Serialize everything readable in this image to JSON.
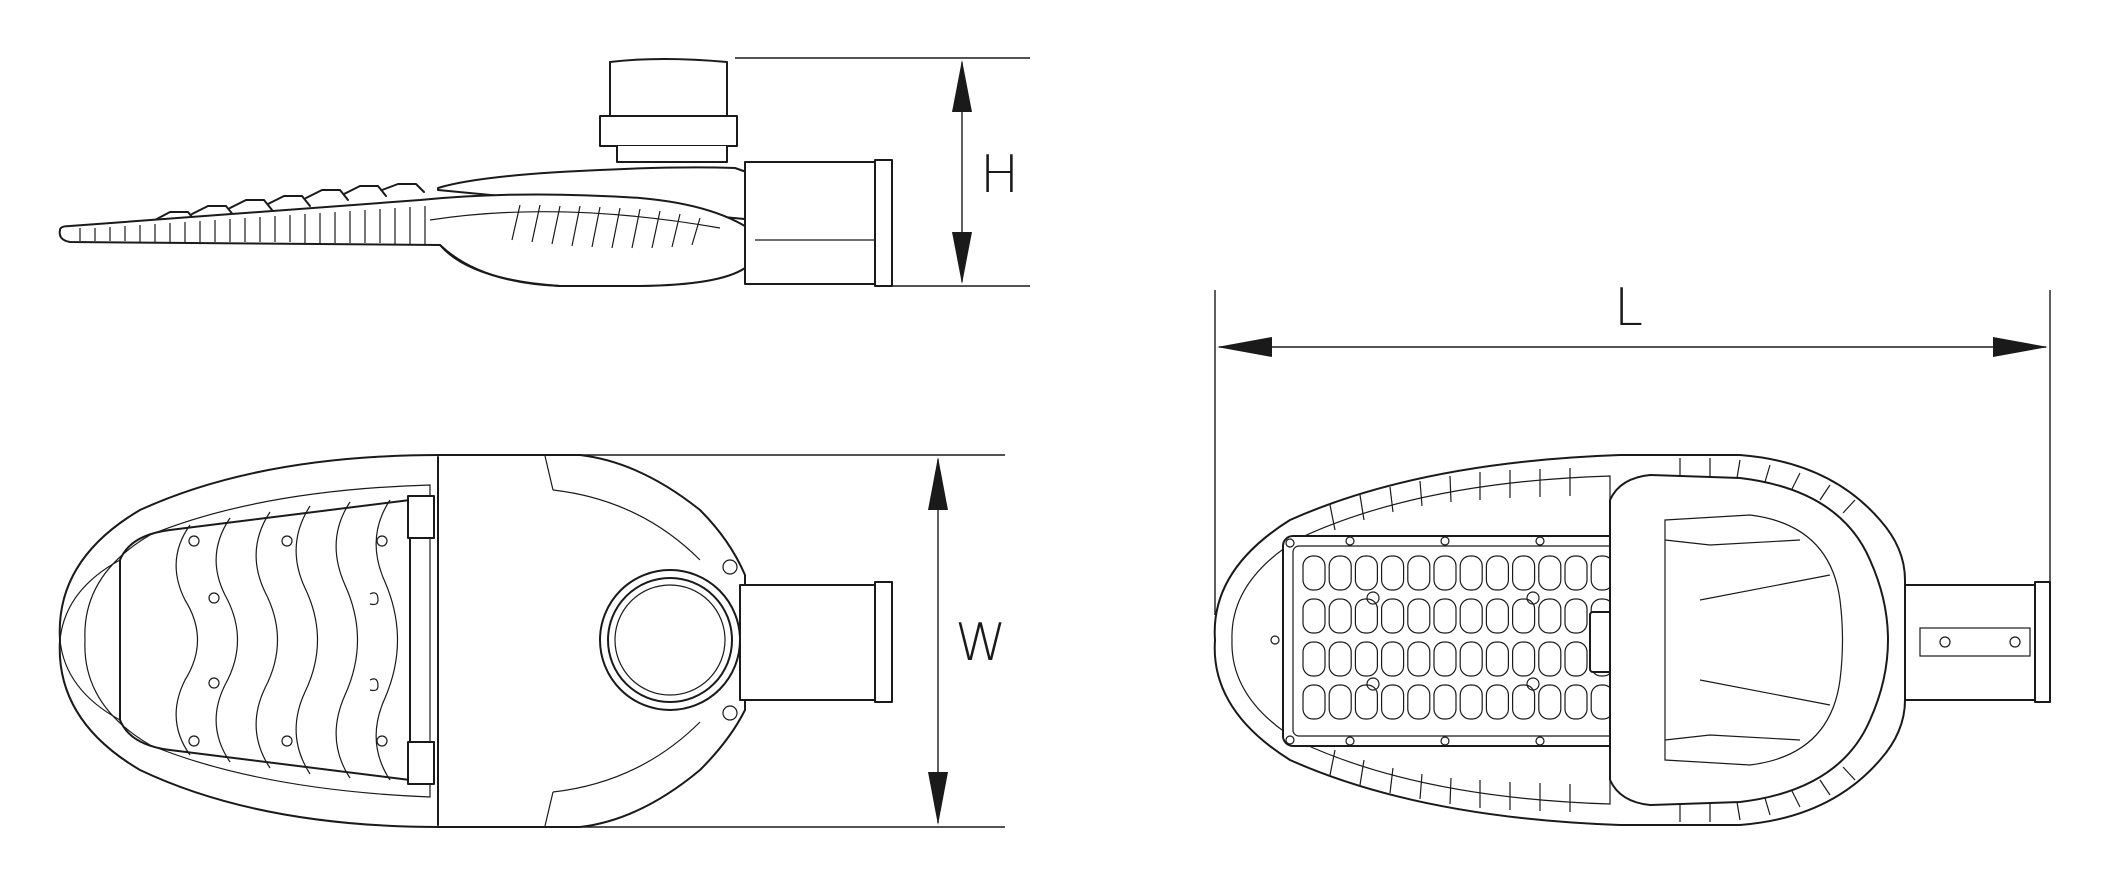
{
  "dimensions": {
    "height_label": "H",
    "width_label": "W",
    "length_label": "L"
  }
}
